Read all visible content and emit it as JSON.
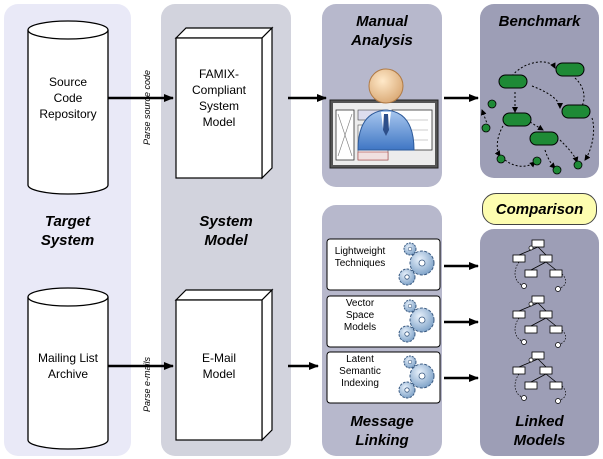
{
  "target_system": {
    "title": "Target\nSystem",
    "source_repo": "Source\nCode\nRepository",
    "mailing_archive": "Mailing List\nArchive"
  },
  "system_model": {
    "title": "System\nModel",
    "famix_model": "FAMIX-\nCompliant\nSystem\nModel",
    "email_model": "E-Mail\nModel"
  },
  "edges": {
    "parse_source": "Parse source code",
    "parse_emails": "Parse e-mails"
  },
  "manual_analysis": {
    "title": "Manual\nAnalysis"
  },
  "message_linking": {
    "title": "Message\nLinking",
    "techniques": [
      {
        "label": "Lightweight\nTechniques"
      },
      {
        "label": "Vector\nSpace\nModels"
      },
      {
        "label": "Latent\nSemantic\nIndexing"
      }
    ]
  },
  "benchmark": {
    "title": "Benchmark"
  },
  "comparison": {
    "label": "Comparison"
  },
  "linked_models": {
    "title": "Linked\nModels"
  },
  "colors": {
    "benchmark_node": "#1e8a36",
    "comparison_fill": "#fdfdb0",
    "panel_target": "#e9e9f7",
    "panel_system": "#d2d3dd",
    "panel_analysis": "#b7b8cc",
    "panel_results": "#9d9eb6"
  }
}
